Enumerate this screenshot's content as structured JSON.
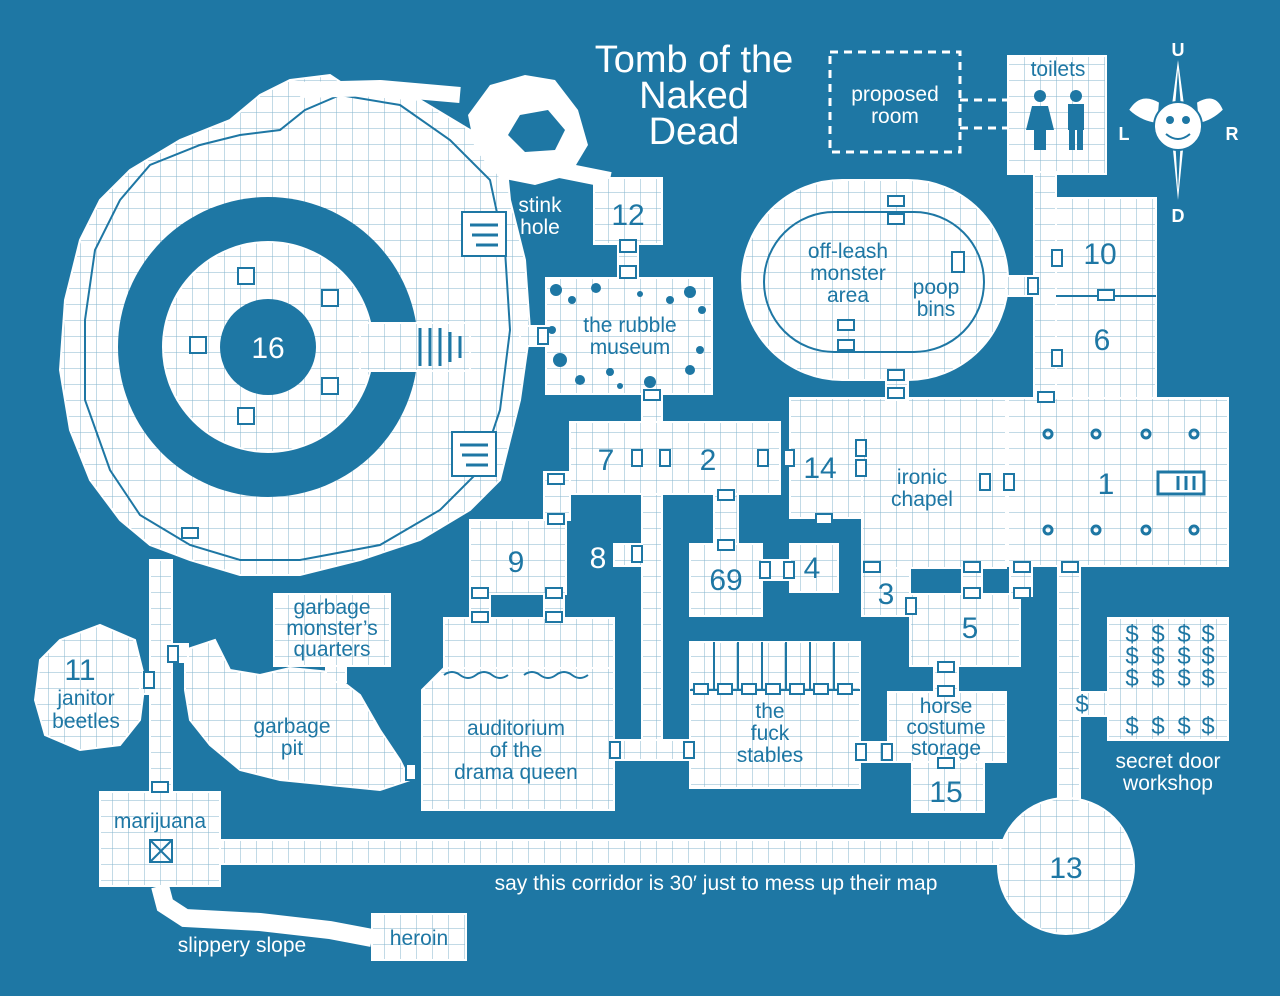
{
  "title": {
    "line1": "Tomb of the",
    "line2": "Naked",
    "line3": "Dead"
  },
  "compass": {
    "up": "U",
    "down": "D",
    "left": "L",
    "right": "R"
  },
  "proposed_room": {
    "line1": "proposed",
    "line2": "room"
  },
  "rooms": {
    "toilets": "toilets",
    "stink_hole": {
      "line1": "stink",
      "line2": "hole"
    },
    "r12": "12",
    "r16": "16",
    "rubble": {
      "line1": "the rubble",
      "line2": "museum"
    },
    "offleash": {
      "line1": "off-leash",
      "line2": "monster",
      "line3": "area"
    },
    "poop": {
      "line1": "poop",
      "line2": "bins"
    },
    "r10": "10",
    "r6": "6",
    "r7": "7",
    "r2": "2",
    "r14": "14",
    "ironic": {
      "line1": "ironic",
      "line2": "chapel"
    },
    "r1": "1",
    "r9": "9",
    "r8": "8",
    "r69": "69",
    "r4": "4",
    "r3": "3",
    "r5": "5",
    "garbage_quarters": {
      "line1": "garbage",
      "line2": "monster’s",
      "line3": "quarters"
    },
    "r11": "11",
    "janitor": {
      "line1": "janitor",
      "line2": "beetles"
    },
    "garbage_pit": {
      "line1": "garbage",
      "line2": "pit"
    },
    "auditorium": {
      "line1": "auditorium",
      "line2": "of the",
      "line3": "drama queen"
    },
    "stables": {
      "line1": "the",
      "line2": "fuck",
      "line3": "stables"
    },
    "horse": {
      "line1": "horse",
      "line2": "costume",
      "line3": "storage"
    },
    "r15": "15",
    "secret": {
      "line1": "secret door",
      "line2": "workshop",
      "symbol": "$"
    },
    "marijuana": "marijuana",
    "r13": "13",
    "heroin": "heroin"
  },
  "notes": {
    "corridor": "say this corridor is 30′ just to mess up their map",
    "slope": "slippery slope"
  }
}
